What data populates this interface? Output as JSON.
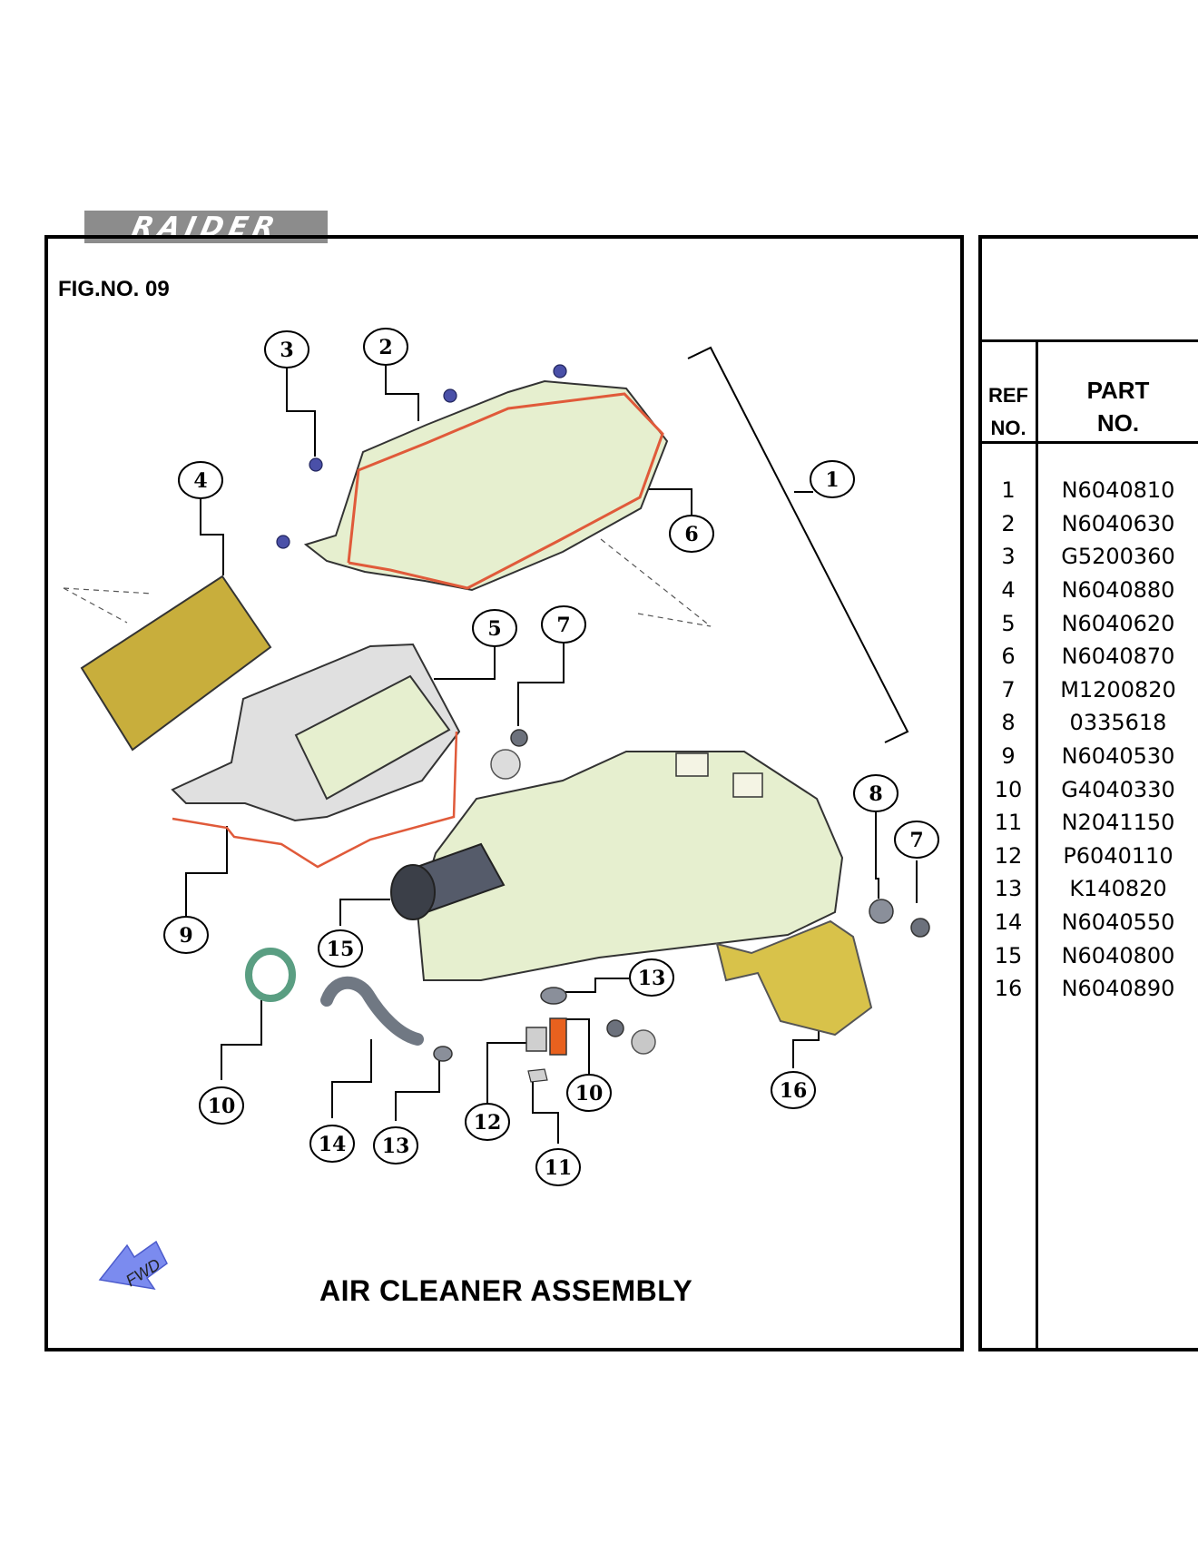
{
  "brand": {
    "logo_text": "RAIDER"
  },
  "figure": {
    "number_label": "FIG.NO. 09",
    "title": "AIR CLEANER ASSEMBLY",
    "fwd_label": "FWD"
  },
  "colors": {
    "accent_red": "#e05a3a",
    "part_green": "#e6efcf",
    "element_yellow": "#c8ae3c",
    "fwd_arrow": "#7b8bef",
    "logo_gray": "#8c8c8c"
  },
  "table": {
    "ref_header_line1": "REF",
    "ref_header_line2": "NO.",
    "part_header_line1": "PART",
    "part_header_line2": "NO.",
    "rows": [
      {
        "ref": "1",
        "part": "N6040810"
      },
      {
        "ref": "2",
        "part": "N6040630"
      },
      {
        "ref": "3",
        "part": "G5200360"
      },
      {
        "ref": "4",
        "part": "N6040880"
      },
      {
        "ref": "5",
        "part": "N6040620"
      },
      {
        "ref": "6",
        "part": "N6040870"
      },
      {
        "ref": "7",
        "part": "M1200820"
      },
      {
        "ref": "8",
        "part": "0335618"
      },
      {
        "ref": "9",
        "part": "N6040530"
      },
      {
        "ref": "10",
        "part": "G4040330"
      },
      {
        "ref": "11",
        "part": "N2041150"
      },
      {
        "ref": "12",
        "part": "P6040110"
      },
      {
        "ref": "13",
        "part": "K140820"
      },
      {
        "ref": "14",
        "part": "N6040550"
      },
      {
        "ref": "15",
        "part": "N6040800"
      },
      {
        "ref": "16",
        "part": "N6040890"
      }
    ]
  },
  "callouts": [
    "3",
    "2",
    "1",
    "4",
    "6",
    "5",
    "7",
    "8",
    "7",
    "9",
    "15",
    "13",
    "10",
    "14",
    "13",
    "12",
    "10",
    "11",
    "16"
  ]
}
